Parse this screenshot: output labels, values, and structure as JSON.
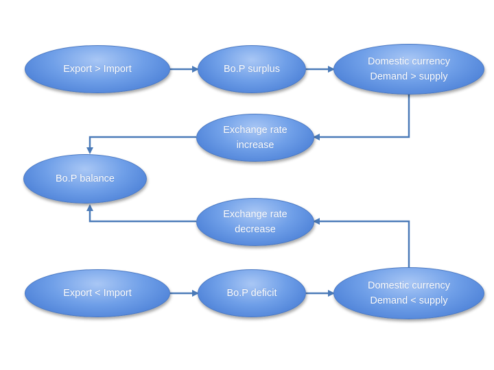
{
  "nodes": {
    "export_gt_import": "Export > Import",
    "bop_surplus": "Bo.P surplus",
    "domestic_demand_gt_supply": "Domestic currency\nDemand > supply",
    "exchange_rate_increase": "Exchange rate\nincrease",
    "bop_balance": "Bo.P balance",
    "exchange_rate_decrease": "Exchange rate\ndecrease",
    "export_lt_import": "Export < Import",
    "bop_deficit": "Bo.P deficit",
    "domestic_demand_lt_supply": "Domestic currency\nDemand < supply"
  },
  "colors": {
    "node_fill": "#6f9fe8",
    "node_border": "#4a78c2",
    "connector": "#4a7ab8"
  }
}
